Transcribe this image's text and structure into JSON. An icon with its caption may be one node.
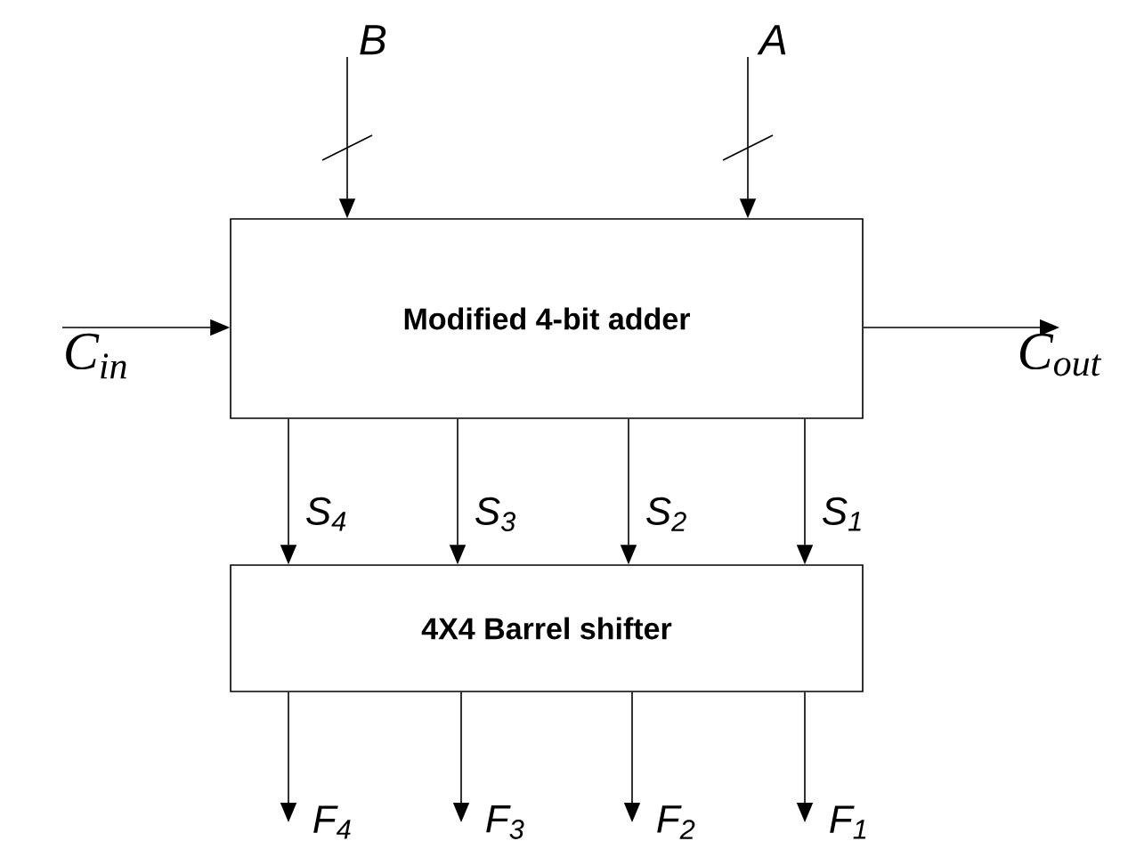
{
  "diagram": {
    "nodes": [
      {
        "text": [
          "Modified 4-bit adder"
        ]
      },
      {
        "text": [
          "4X4 Barrel shifter"
        ]
      },
      {
        "text": [
          "B"
        ]
      },
      {
        "text": [
          "A"
        ]
      },
      {
        "text": [
          "C$_{in}$"
        ]
      },
      {
        "text": [
          "C$_{out}$"
        ]
      },
      {
        "text": [
          "F$_{4}$"
        ]
      },
      {
        "text": [
          "F$_{3}$"
        ]
      },
      {
        "text": [
          "F$_{2}$"
        ]
      },
      {
        "text": [
          "F$_{1}$"
        ]
      }
    ],
    "edges": [
      {
        "from": 2,
        "to": 0,
        "arrow": "to"
      },
      {
        "from": 3,
        "to": 0,
        "arrow": "to"
      },
      {
        "from": 4,
        "to": 0,
        "arrow": "to"
      },
      {
        "from": 0,
        "to": 5,
        "arrow": "to"
      },
      {
        "from": 0,
        "to": 1,
        "arrow": "to",
        "label": "S$_{4}$"
      },
      {
        "from": 0,
        "to": 1,
        "arrow": "to",
        "label": "S$_{3}$"
      },
      {
        "from": 0,
        "to": 1,
        "arrow": "to",
        "label": "S$_{2}$"
      },
      {
        "from": 0,
        "to": 1,
        "arrow": "to",
        "label": "S$_{1}$"
      },
      {
        "from": 1,
        "to": 6,
        "arrow": "to"
      },
      {
        "from": 1,
        "to": 7,
        "arrow": "to"
      },
      {
        "from": 1,
        "to": 8,
        "arrow": "to"
      },
      {
        "from": 1,
        "to": 9,
        "arrow": "to"
      }
    ]
  }
}
